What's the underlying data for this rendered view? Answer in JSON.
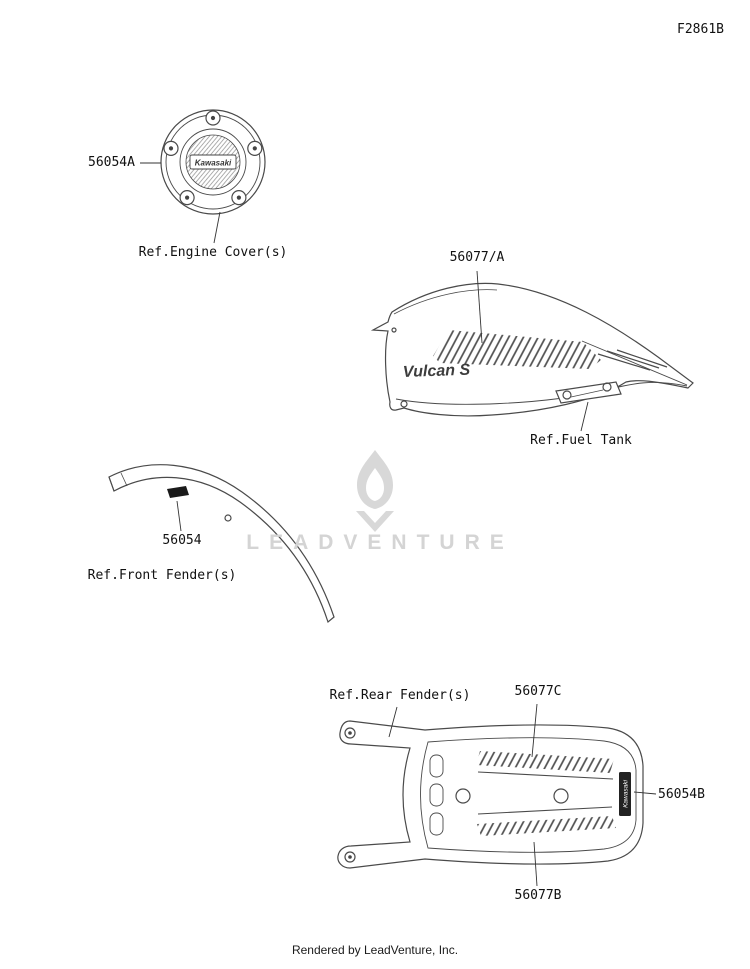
{
  "page": {
    "code": "F2861B",
    "footer": "Rendered by LeadVenture, Inc.",
    "watermark": "LEADVENTURE"
  },
  "engine_cover": {
    "part_label": "56054A",
    "caption": "Ref.Engine Cover(s)",
    "emblem_text": "Kawasaki"
  },
  "fuel_tank": {
    "part_label": "56077/A",
    "caption": "Ref.Fuel Tank",
    "decal_text": "Vulcan S"
  },
  "front_fender": {
    "part_label": "56054",
    "caption": "Ref.Front Fender(s)"
  },
  "rear_fender": {
    "caption": "Ref.Rear Fender(s)",
    "top_label": "56077C",
    "right_label": "56054B",
    "bottom_label": "56077B",
    "side_decal_text": "Kawasaki"
  }
}
